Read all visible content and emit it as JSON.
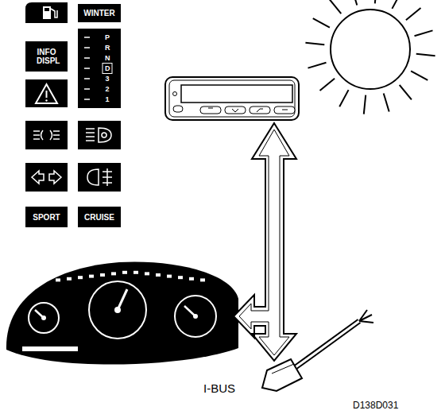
{
  "diagram": {
    "nodes": [
      {
        "text": [
          "WINTER"
        ]
      },
      {
        "text": [
          "INFO DISPL"
        ]
      },
      {
        "text": [
          "P R N D 3 2 1"
        ]
      },
      {
        "text": [
          "SPORT"
        ]
      },
      {
        "text": [
          "CRUISE"
        ]
      }
    ],
    "labels": [
      "I-BUS",
      "D138D031"
    ]
  }
}
